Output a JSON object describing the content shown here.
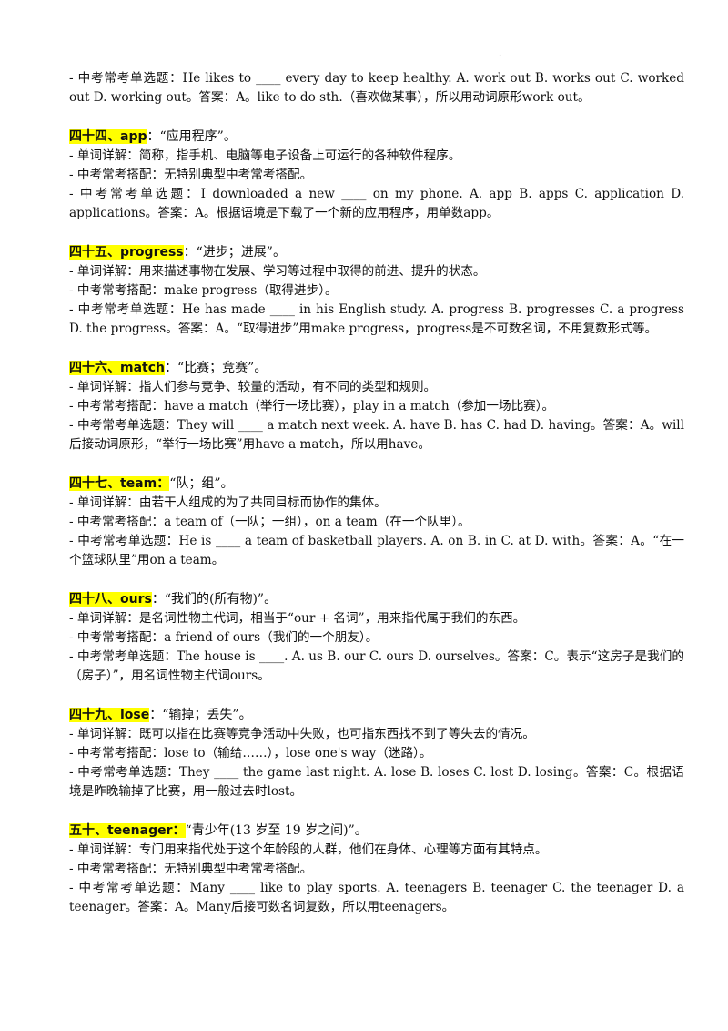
{
  "top_dot": "·",
  "intro": {
    "text": "- 中考常考单选题：He likes to ____ every day to keep healthy. A. work out  B. works out  C. worked out  D. working out。答案：A。like to do sth.（喜欢做某事），所以用动词原形work out。"
  },
  "entries": [
    {
      "head": "四十四、app",
      "gloss": "：“应用程序”。",
      "lines": [
        "- 单词详解：简称，指手机、电脑等电子设备上可运行的各种软件程序。",
        "- 中考常考搭配：无特别典型中考常考搭配。",
        "- 中考常考单选题：I downloaded a new ____ on my phone. A. app  B. apps  C. application  D. applications。答案：A。根据语境是下载了一个新的应用程序，用单数app。"
      ]
    },
    {
      "head": "四十五、progress",
      "gloss": "：“进步；进展”。",
      "lines": [
        "- 单词详解：用来描述事物在发展、学习等过程中取得的前进、提升的状态。",
        "- 中考常考搭配：make progress（取得进步）。",
        "- 中考常考单选题：He has made ____ in his English study. A. progress  B. progresses  C. a progress  D. the progress。答案：A。“取得进步”用make progress，progress是不可数名词，不用复数形式等。"
      ]
    },
    {
      "head": "四十六、match",
      "gloss": "：“比赛；竞赛”。",
      "lines": [
        "- 单词详解：指人们参与竞争、较量的活动，有不同的类型和规则。",
        "- 中考常考搭配：have a match（举行一场比赛），play in a match（参加一场比赛）。",
        "- 中考常考单选题：They will ____ a match next week. A. have  B. has  C. had  D. having。答案：A。will后接动词原形，“举行一场比赛”用have a match，所以用have。"
      ]
    },
    {
      "head": "四十七、team：",
      "gloss": "“队；组”。",
      "lines": [
        "- 单词详解：由若干人组成的为了共同目标而协作的集体。",
        "- 中考常考搭配：a team of（一队；一组），on a team（在一个队里）。",
        "- 中考常考单选题：He is ____ a team of basketball players. A. on  B. in  C. at  D. with。答案：A。“在一个篮球队里”用on a team。"
      ]
    },
    {
      "head": "四十八、ours",
      "gloss": "：“我们的(所有物)”。",
      "lines": [
        "- 单词详解：是名词性物主代词，相当于“our + 名词”，用来指代属于我们的东西。",
        "- 中考常考搭配：a friend of ours（我们的一个朋友）。",
        "- 中考常考单选题：The house is ____. A. us  B. our  C. ours  D. ourselves。答案：C。表示“这房子是我们的（房子）”，用名词性物主代词ours。"
      ]
    },
    {
      "head": "四十九、lose",
      "gloss": "：“输掉；丢失”。",
      "lines": [
        "- 单词详解：既可以指在比赛等竞争活动中失败，也可指东西找不到了等失去的情况。",
        "- 中考常考搭配：lose to（输给……），lose one's way（迷路）。",
        "- 中考常考单选题：They ____ the game last night. A. lose  B. loses  C. lost  D. losing。答案：C。根据语境是昨晚输掉了比赛，用一般过去时lost。"
      ]
    },
    {
      "head": "五十、teenager：",
      "gloss": "“青少年(13 岁至 19 岁之间)”。",
      "lines": [
        "- 单词详解：专门用来指代处于这个年龄段的人群，他们在身体、心理等方面有其特点。",
        "- 中考常考搭配：无特别典型中考常考搭配。",
        "- 中考常考单选题：Many ____ like to play sports. A. teenagers  B. teenager  C. the teenager  D. a teenager。答案：A。Many后接可数名词复数，所以用teenagers。"
      ]
    }
  ]
}
